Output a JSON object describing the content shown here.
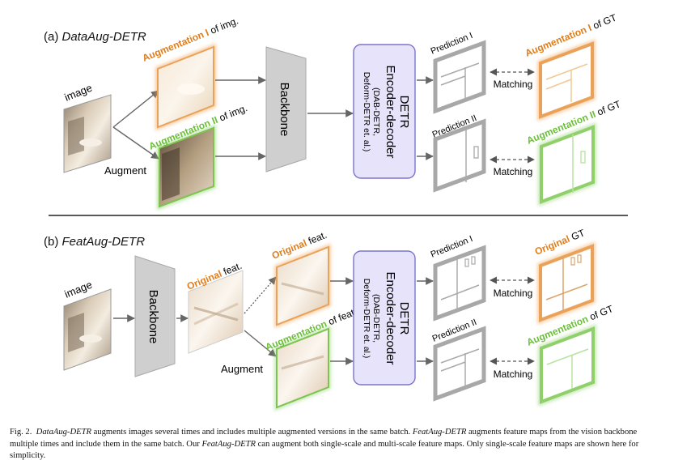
{
  "panel_a": {
    "title_prefix": "(a) ",
    "title_name": "DataAug-DETR",
    "image_label": "image",
    "augment_label": "Augment",
    "aug1_colored": "Augmentation I",
    "aug1_rest": " of img.",
    "aug2_colored": "Augmentation II",
    "aug2_rest": " of img.",
    "backbone": "Backbone",
    "detr_line1": "DETR",
    "detr_line2": "Encoder-decoder",
    "detr_line3": "(DAB-DETR,",
    "detr_line4": "Deform-DETR et. al.)",
    "pred1": "Prediction I",
    "pred2": "Prediction II",
    "matching1": "Matching",
    "matching2": "Matching",
    "gt1_colored": "Augmentation I",
    "gt1_rest": " of GT",
    "gt2_colored": "Augmentation II",
    "gt2_rest": " of GT"
  },
  "panel_b": {
    "title_prefix": "(b) ",
    "title_name": "FeatAug-DETR",
    "image_label": "image",
    "backbone": "Backbone",
    "orig_feat_colored": "Original",
    "orig_feat_rest": " feat.",
    "orig2_colored": "Original",
    "orig2_rest": " feat.",
    "aug_feat_colored": "Augmentation",
    "aug_feat_rest": " of feat.",
    "augment_label": "Augment",
    "detr_line1": "DETR",
    "detr_line2": "Encoder-decoder",
    "detr_line3": "(DAB-DETR,",
    "detr_line4": "Deform-DETR et. al.)",
    "pred1": "Prediction I",
    "pred2": "Prediction II",
    "matching1": "Matching",
    "matching2": "Matching",
    "gt1_colored": "Original",
    "gt1_rest": " GT",
    "gt2_colored": "Augmentation",
    "gt2_rest": " of GT"
  },
  "caption": {
    "fig": "Fig. 2.",
    "s1_name": "DataAug-DETR",
    "s1_rest": " augments images several times and includes multiple augmented versions in the same batch.",
    "s2_name": "FeatAug-DETR",
    "s2_rest": " augments feature maps from the vision backbone multiple times and include them in the same batch. Our",
    "s3_name": "FeatAug-DETR",
    "s3_rest": " can augment both single-scale and multi-scale feature maps. Only single-scale feature maps are shown here for simplicity."
  },
  "colors": {
    "orange": "#e07d1a",
    "green": "#6cbf3a",
    "gray_box": "#cfcfcf",
    "detr_fill": "#e6e3fa",
    "detr_stroke": "#7b74c9"
  }
}
